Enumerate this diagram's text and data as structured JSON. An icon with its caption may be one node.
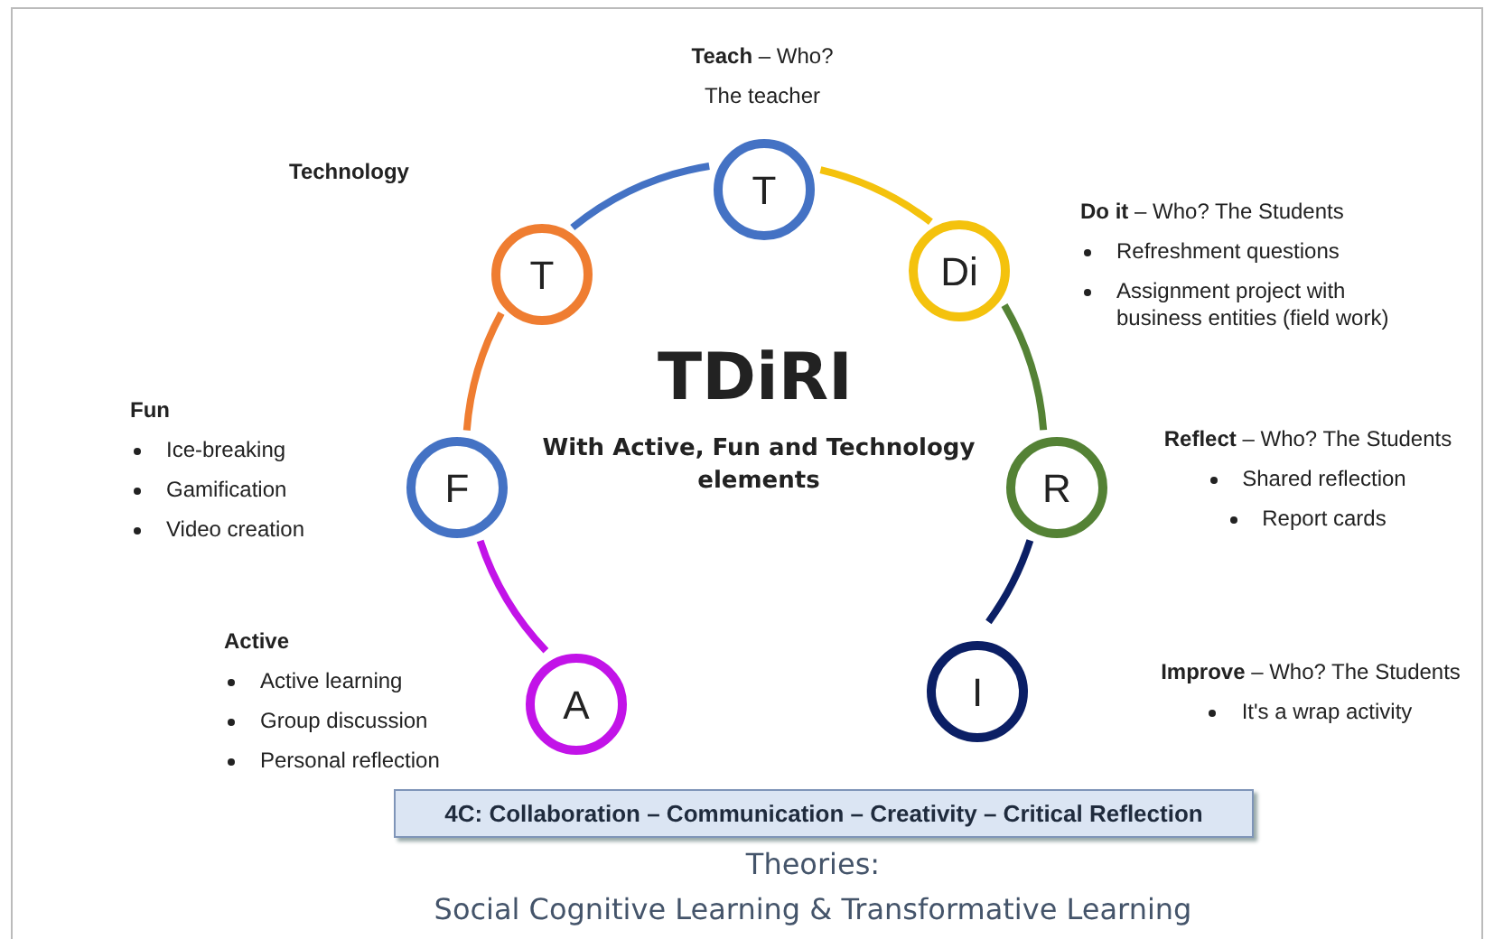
{
  "diagram": {
    "title": "TDiRI",
    "nodes": [
      {
        "text": [
          "T"
        ],
        "beside": [
          "**Teach** – Who?",
          "The teacher"
        ]
      },
      {
        "text": [
          "T"
        ]
      },
      {
        "text": [
          "Di"
        ],
        "beside": [
          "**Do it** – Who? The Students",
          "Refreshment questions",
          "Assignment project with business entities (field work)"
        ]
      },
      {
        "text": [
          "R"
        ],
        "beside": [
          "**Reflect** – Who? The Students",
          "Shared reflection",
          "Report cards"
        ]
      },
      {
        "text": [
          "F"
        ],
        "beside": [
          "Fun",
          "Ice-breaking",
          "Gamification",
          "Video creation"
        ]
      },
      {
        "text": [
          "I"
        ],
        "beside": [
          "**Improve** – Who? The Students",
          "It's a wrap activity"
        ]
      },
      {
        "text": [
          "A"
        ],
        "beside": [
          "Active",
          "Active learning",
          "Group discussion",
          "Personal reflection"
        ]
      },
      {
        "text": [
          "4C: Collaboration – Communication – Creativity – Critical Reflection"
        ]
      }
    ],
    "edges": [
      {
        "from": 6,
        "to": 4,
        "arrow": "none",
        "color": "#c213e8"
      },
      {
        "from": 4,
        "to": 1,
        "arrow": "none",
        "color": "#ef7d31"
      },
      {
        "from": 1,
        "to": 0,
        "arrow": "none",
        "color": "#4472c4"
      },
      {
        "from": 0,
        "to": 2,
        "arrow": "none",
        "color": "#f4c20d"
      },
      {
        "from": 2,
        "to": 3,
        "arrow": "none",
        "color": "#548235"
      },
      {
        "from": 3,
        "to": 5,
        "arrow": "none",
        "color": "#0b1f65"
      }
    ],
    "labels": [
      "Technology",
      "With Active, Fun and Technology elements",
      "Theories:",
      "Social Cognitive Learning & Transformative Learning"
    ]
  }
}
